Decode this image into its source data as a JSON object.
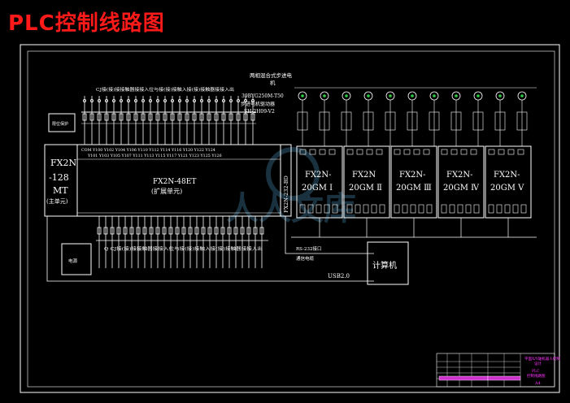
{
  "page_title": "PLC控制线路图",
  "top_label": {
    "motor_line1": "两相混合式步进电",
    "motor_line2": "机",
    "motor_model": "39BYG250M-T50",
    "driver_label": "步进电机驱动器",
    "driver_model": "SH-2H09-V2"
  },
  "top_mid_label": "CJ接(接)接接触器接接入位与接(接)接触入接(接)接触器接接入出",
  "bottom_mid_label": "Q CJ接(接)接接触器接接入位与接(接)接触入接(接)接触器接接入出",
  "plc_main": {
    "line1": "FX2N",
    "line2": "-128",
    "line3": "MT",
    "line4": "(主单元)"
  },
  "plc_ext": {
    "line1": "FX2N-48ET",
    "line2": "(扩展单元)"
  },
  "comm_module": "FX2N-232-BD",
  "input_term_top": [
    "COM",
    "Y100",
    "Y102",
    "Y104",
    "Y106",
    "Y110",
    "Y112",
    "Y114",
    "Y116",
    "Y120",
    "Y122",
    "Y124"
  ],
  "input_term_top2": [
    "Y101",
    "Y103",
    "Y105",
    "Y107",
    "Y111",
    "Y113",
    "Y115",
    "Y117",
    "Y121",
    "Y123",
    "Y125",
    "Y126"
  ],
  "modules": [
    {
      "line1": "FX2N-",
      "line2": "20GM Ⅰ"
    },
    {
      "line1": "FX2N",
      "line2": "20GM Ⅱ"
    },
    {
      "line1": "FX2N-",
      "line2": "20GM Ⅲ"
    },
    {
      "line1": "FX2N-",
      "line2": "20GM Ⅳ"
    },
    {
      "line1": "FX2N-",
      "line2": "20GM Ⅴ"
    }
  ],
  "rs_label": "RS-232接口",
  "rs_cable": "通信电缆",
  "usb_label": "USB2.0",
  "computer": "计算机",
  "psu_label": "电源",
  "left_box_label": "限位保护",
  "watermark": "人人文库",
  "title_block": {
    "top": "平面X/Y轴机器人控制",
    "sub": "设计",
    "plc": "PLC",
    "name": "控制线路图",
    "code": "A4"
  }
}
